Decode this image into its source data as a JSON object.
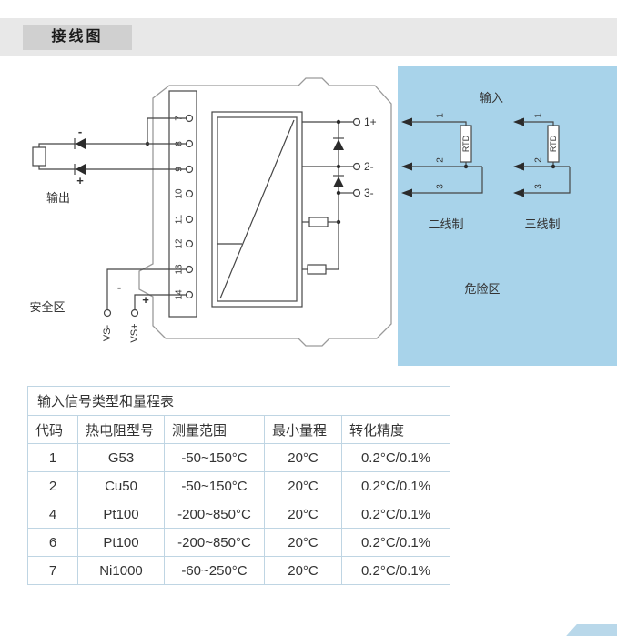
{
  "header": {
    "title": "接线图"
  },
  "diagram": {
    "labels": {
      "output": "输出",
      "safe_zone": "安全区",
      "hazard_zone": "危险区",
      "input": "输入",
      "two_wire": "二线制",
      "three_wire": "三线制",
      "vs_minus": "VS-",
      "vs_plus": "VS+",
      "rtd": "RTD",
      "minus": "-",
      "plus": "+"
    },
    "terminals_left": [
      "7",
      "8",
      "9",
      "10",
      "11",
      "12",
      "13",
      "14"
    ],
    "terminals_right": [
      "1+",
      "2-",
      "3-"
    ],
    "wire_numbers": [
      "1",
      "2",
      "3"
    ],
    "colors": {
      "hazard_bg": "#a8d3ea",
      "line": "#454545",
      "outline": "#9a9a9a"
    }
  },
  "table": {
    "title": "输入信号类型和量程表",
    "headers": [
      "代码",
      "热电阻型号",
      "测量范围",
      "最小量程",
      "转化精度"
    ],
    "rows": [
      [
        "1",
        "G53",
        "-50~150°C",
        "20°C",
        "0.2°C/0.1%"
      ],
      [
        "2",
        "Cu50",
        "-50~150°C",
        "20°C",
        "0.2°C/0.1%"
      ],
      [
        "4",
        "Pt100",
        "-200~850°C",
        "20°C",
        "0.2°C/0.1%"
      ],
      [
        "6",
        "Pt100",
        "-200~850°C",
        "20°C",
        "0.2°C/0.1%"
      ],
      [
        "7",
        "Ni1000",
        "-60~250°C",
        "20°C",
        "0.2°C/0.1%"
      ]
    ]
  }
}
